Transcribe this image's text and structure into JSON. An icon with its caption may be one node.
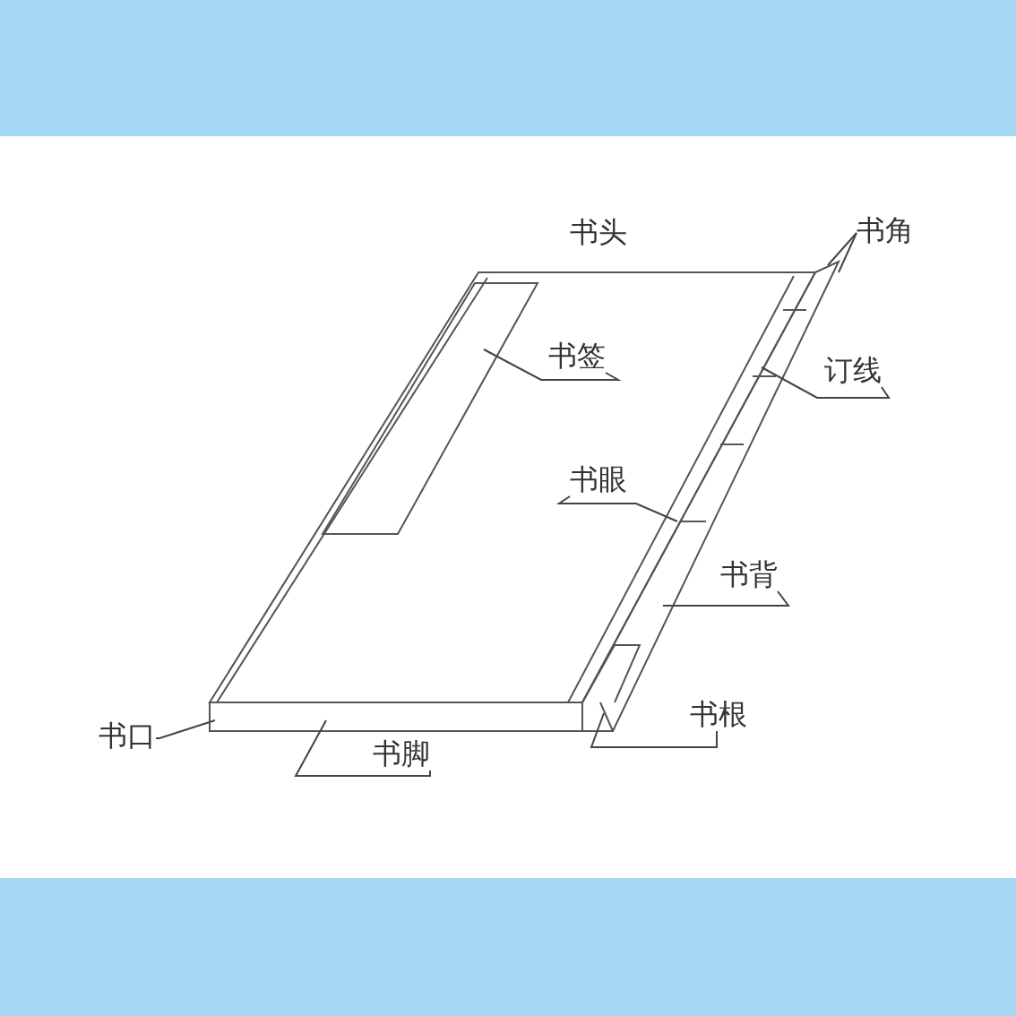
{
  "diagram": {
    "nodes": [
      {
        "text": [
          "书角"
        ]
      },
      {
        "text": [
          "书签"
        ]
      },
      {
        "text": [
          "订线"
        ]
      },
      {
        "text": [
          "书眼"
        ]
      },
      {
        "text": [
          "书背"
        ]
      },
      {
        "text": [
          "书口"
        ]
      },
      {
        "text": [
          "书脚"
        ]
      },
      {
        "text": [
          "书根"
        ]
      }
    ],
    "edges": [
      {
        "from": 0,
        "to": null,
        "arrow": "none"
      },
      {
        "from": 0,
        "to": null,
        "arrow": "none"
      },
      {
        "from": 1,
        "to": null,
        "arrow": "none"
      },
      {
        "from": 2,
        "to": null,
        "arrow": "none"
      },
      {
        "from": 3,
        "to": null,
        "arrow": "none"
      },
      {
        "from": 4,
        "to": null,
        "arrow": "none"
      },
      {
        "from": 5,
        "to": null,
        "arrow": "none"
      },
      {
        "from": 6,
        "to": null,
        "arrow": "none"
      },
      {
        "from": 7,
        "to": null,
        "arrow": "none"
      }
    ],
    "labels": [
      "书头"
    ]
  }
}
